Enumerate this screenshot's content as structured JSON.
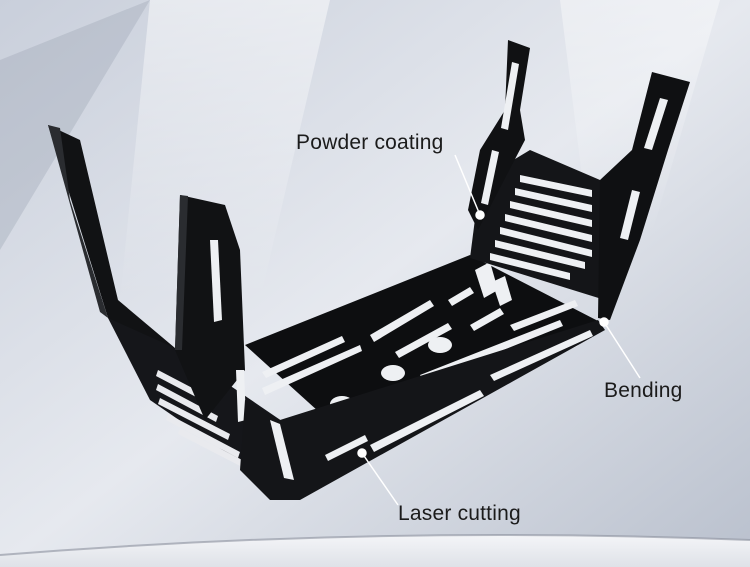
{
  "callouts": {
    "powder_coating": "Powder coating",
    "bending": "Bending",
    "laser_cutting": "Laser cutting"
  },
  "colors": {
    "background": "#d9dde6",
    "metal": "#111214",
    "metal_edge": "#2a2c30",
    "cutout": "#f2f3f6",
    "leader_line": "#ffffff"
  }
}
